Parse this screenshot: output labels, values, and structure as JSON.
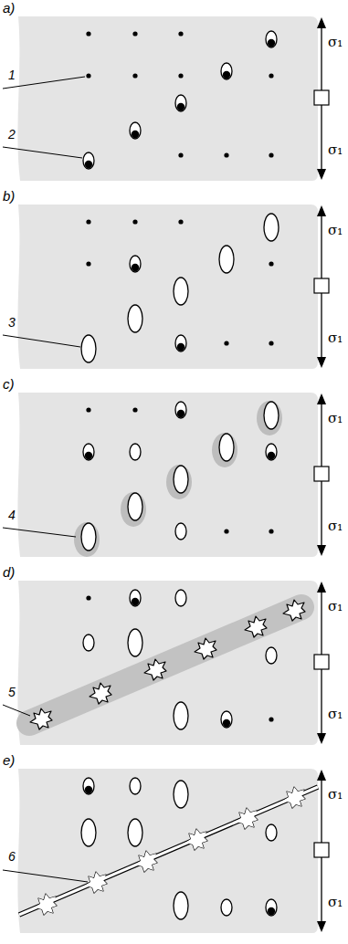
{
  "diagram": {
    "labels": [
      "a)",
      "1",
      "2",
      "σ₁",
      "σ₁",
      "b)",
      "3",
      "σ₁",
      "σ₁",
      "c)",
      "4",
      "σ₁",
      "σ₁",
      "d)",
      "5",
      "σ₁",
      "σ₁",
      "e)",
      "6",
      "σ₁",
      "σ₁"
    ]
  }
}
